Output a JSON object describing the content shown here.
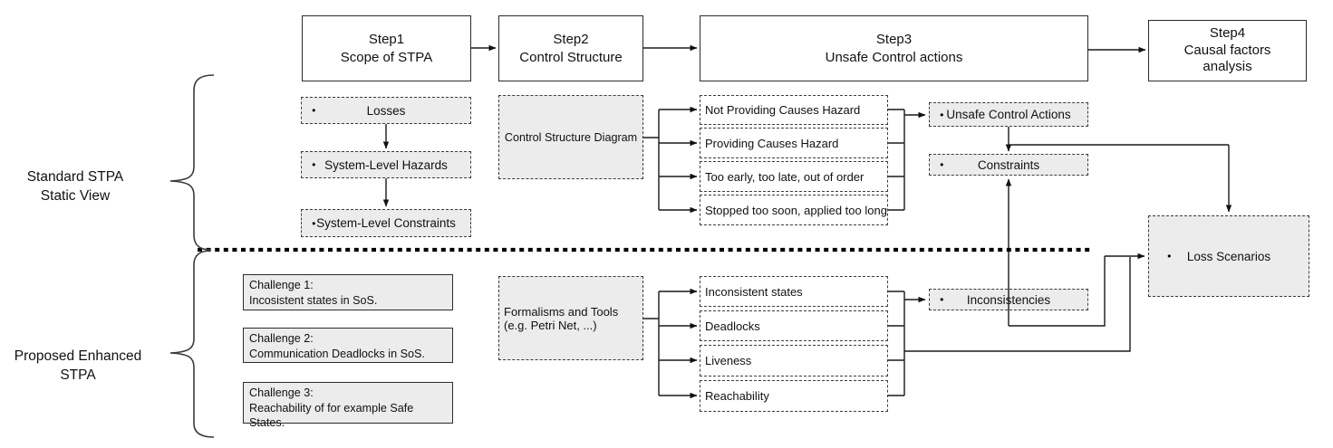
{
  "steps": [
    {
      "label": "Step1\nScope of STPA"
    },
    {
      "label": "Step2\nControl Structure"
    },
    {
      "label": "Step3\nUnsafe Control actions"
    },
    {
      "label": "Step4\nCausal factors\nanalysis"
    }
  ],
  "standard": {
    "row_label": "Standard STPA\nStatic View",
    "artifacts": [
      "Losses",
      "System-Level Hazards",
      "System-Level Constraints"
    ],
    "control_structure_label": "Control Structure Diagram",
    "uca_types": [
      "Not Providing Causes Hazard",
      "Providing Causes Hazard",
      "Too early, too late, out of order",
      "Stopped too soon, applied too long"
    ],
    "unsafe_control_actions_label": "Unsafe Control Actions",
    "constraints_label": "Constraints"
  },
  "enhanced": {
    "row_label": "Proposed Enhanced\nSTPA",
    "challenges": [
      {
        "title": "Challenge 1:",
        "body": "Incosistent states in SoS."
      },
      {
        "title": "Challenge 2:",
        "body": "Communication Deadlocks in SoS."
      },
      {
        "title": "Challenge 3:",
        "body": "Reachability of for example Safe States."
      }
    ],
    "formalisms_label": "Formalisms and Tools\n(e.g. Petri Net, ...)",
    "analysis_results": [
      "Inconsistent states",
      "Deadlocks",
      "Liveness",
      "Reachability"
    ],
    "inconsistencies_label": "Inconsistencies"
  },
  "loss_scenarios_label": "Loss Scenarios",
  "bullet_glyph": "●",
  "colors": {
    "box_fill_gray": "#ececec",
    "line": "#1a1a1a"
  }
}
